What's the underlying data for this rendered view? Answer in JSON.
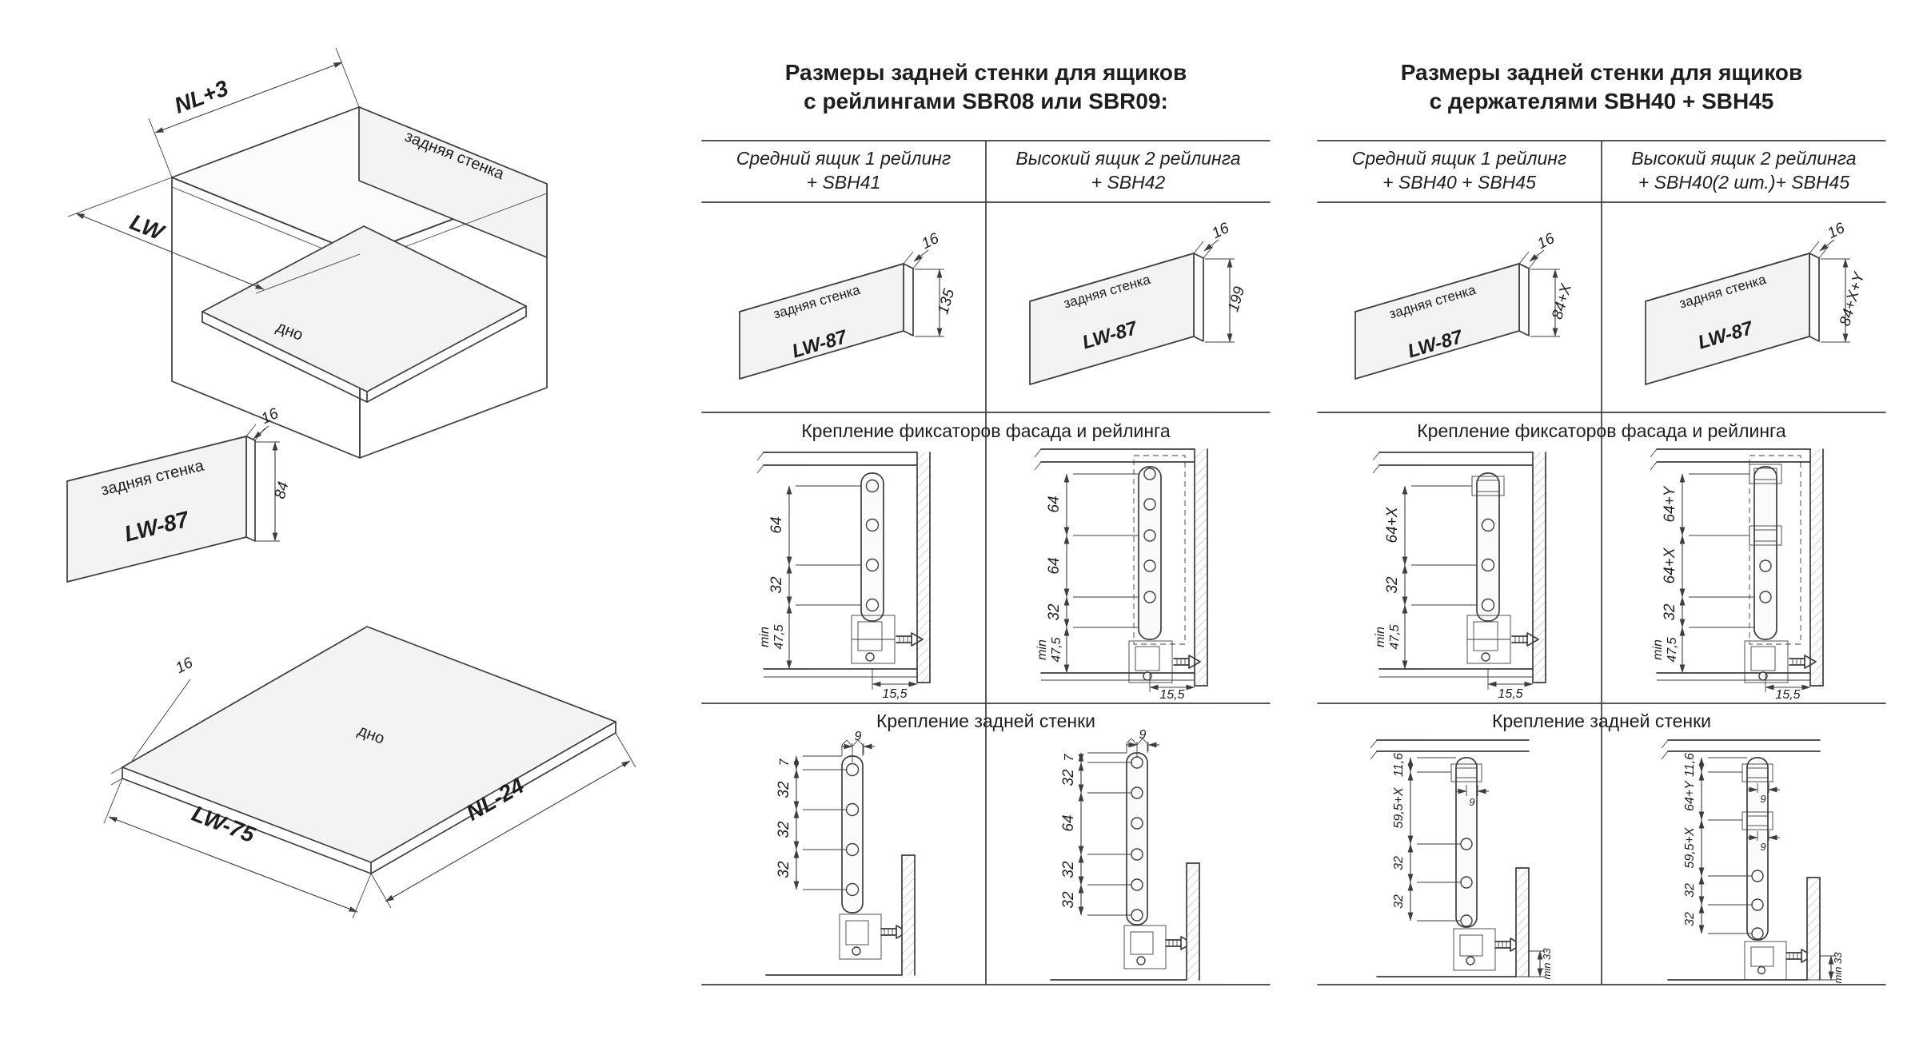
{
  "iso": {
    "box_back_wall_label": "задняя стенка",
    "box_bottom_label": "дно",
    "dim_nl_plus_3": "NL+3",
    "dim_lw": "LW",
    "panel": {
      "label": "задняя стенка",
      "name": "LW-87",
      "thickness": "16",
      "height": "84"
    },
    "bottom": {
      "label": "дно",
      "thickness": "16",
      "width": "LW-75",
      "length": "NL-24"
    }
  },
  "sbr": {
    "title1": "Размеры задней стенки для ящиков",
    "title2": "с рейлингами SBR08 или SBR09:",
    "col1": {
      "header1": "Средний ящик 1 рейлинг",
      "header2": "+ SBH41",
      "panel_label": "задняя стенка",
      "panel_name": "LW-87",
      "thickness": "16",
      "height": "135"
    },
    "col2": {
      "header1": "Высокий ящик 2 рейлинга",
      "header2": "+ SBH42",
      "panel_label": "задняя стенка",
      "panel_name": "LW-87",
      "thickness": "16",
      "height": "199"
    },
    "mount_title": "Крепление фиксаторов фасада и рейлинга",
    "mount1": {
      "d64": "64",
      "d32": "32",
      "min": "min",
      "min_val": "47,5",
      "offset": "15,5"
    },
    "mount2": {
      "d64a": "64",
      "d64b": "64",
      "d32": "32",
      "min": "min",
      "min_val": "47,5",
      "offset": "15,5"
    },
    "back_title": "Крепление задней стенки",
    "back1": {
      "d9": "9",
      "d7": "7",
      "d32a": "32",
      "d32b": "32",
      "d32c": "32"
    },
    "back2": {
      "d9": "9",
      "d7": "7",
      "d32a": "32",
      "d64": "64",
      "d32b": "32",
      "d32c": "32"
    }
  },
  "sbh": {
    "title1": "Размеры задней стенки для ящиков",
    "title2": "с держателями SBH40 + SBH45",
    "col1": {
      "header1": "Средний ящик 1 рейлинг",
      "header2": "+ SBH40 + SBH45",
      "panel_label": "задняя стенка",
      "panel_name": "LW-87",
      "thickness": "16",
      "height": "84+X"
    },
    "col2": {
      "header1": "Высокий ящик 2 рейлинга",
      "header2": "+ SBH40(2 шт.)+ SBH45",
      "panel_label": "задняя стенка",
      "panel_name": "LW-87",
      "thickness": "16",
      "height": "84+X+Y"
    },
    "mount_title": "Крепление фиксаторов фасада и рейлинга",
    "mount1": {
      "d64x": "64+X",
      "d32": "32",
      "min": "min",
      "min_val": "47,5",
      "offset": "15,5"
    },
    "mount2": {
      "d64y": "64+Y",
      "d64x": "64+X",
      "d32": "32",
      "min": "min",
      "min_val": "47,5",
      "offset": "15,5"
    },
    "back_title": "Крепление задней стенки",
    "back1": {
      "d116": "11,6",
      "d595x": "59,5+X",
      "d32a": "32",
      "d32b": "32",
      "d9": "9",
      "dmin": "min 33"
    },
    "back2": {
      "d116": "11,6",
      "d64y": "64+Y",
      "d595x": "59,5+X",
      "d32a": "32",
      "d32b": "32",
      "d9a": "9",
      "d9b": "9",
      "dmin": "min 33"
    }
  }
}
